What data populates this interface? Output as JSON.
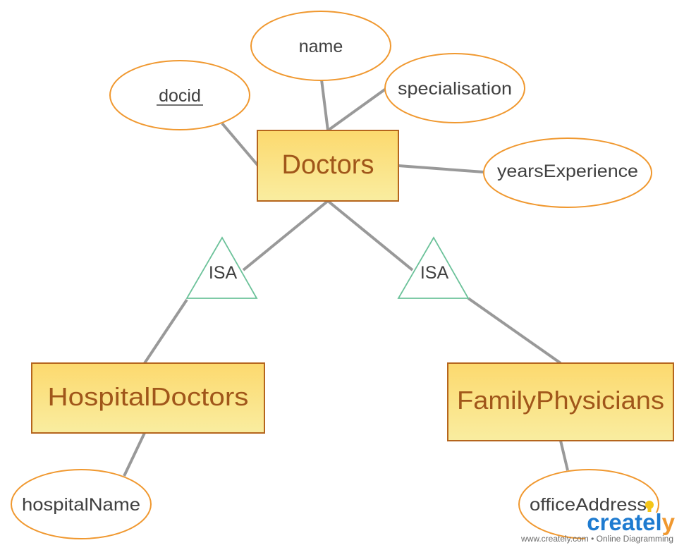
{
  "diagram": {
    "entities": {
      "doctors": "Doctors",
      "hospital_doctors": "HospitalDoctors",
      "family_physicians": "FamilyPhysicians"
    },
    "attributes": {
      "docid": "docid",
      "name": "name",
      "specialisation": "specialisation",
      "years_experience": "yearsExperience",
      "hospital_name": "hospitalName",
      "office_address": "officeAddress"
    },
    "isa_left": "ISA",
    "isa_right": "ISA"
  },
  "watermark": {
    "logo_prefix": "createl",
    "logo_suffix": "y",
    "tagline": "www.creately.com • Online Diagramming",
    "colors": {
      "logo_blue": "#1e7bd0",
      "logo_orange": "#f0982f",
      "bulb": "#f5c518"
    }
  },
  "colors": {
    "entity_fill_top": "#fce88a",
    "entity_fill_bottom": "#f7e47c",
    "entity_border": "#b5651d",
    "entity_text": "#a0561a",
    "attribute_border": "#f0982f",
    "connector": "#999999",
    "isa_border": "#6cc29a"
  }
}
